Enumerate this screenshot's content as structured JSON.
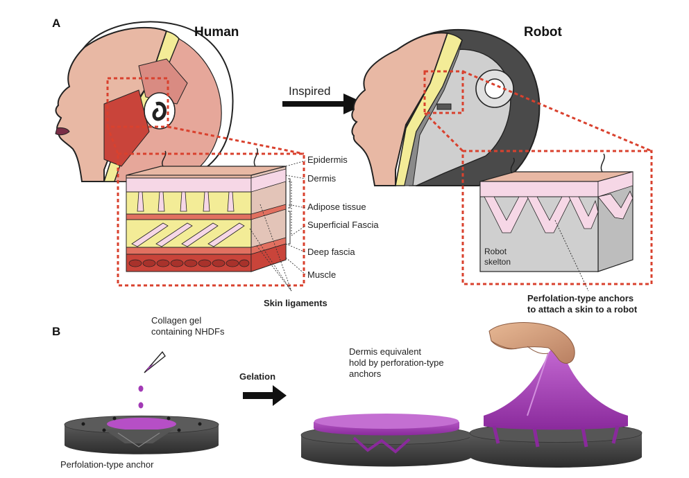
{
  "panel_a": {
    "letter": "A",
    "human_title": "Human",
    "robot_title": "Robot",
    "inspired_label": "Inspired",
    "layers": {
      "epidermis": "Epidermis",
      "dermis": "Dermis",
      "adipose": "Adipose tissue",
      "superficial_fascia": "Superficial Fascia",
      "deep_fascia": "Deep fascia",
      "muscle": "Muscle"
    },
    "skin_ligaments": "Skin ligaments",
    "robot_skeleton_line1": "Robot",
    "robot_skeleton_line2": "skelton",
    "anchors_line1": "Perfolation-type anchors",
    "anchors_line2": "to attach a skin to a robot"
  },
  "panel_b": {
    "letter": "B",
    "collagen_line1": "Collagen gel",
    "collagen_line2": "containing NHDFs",
    "gelation": "Gelation",
    "dermis_line1": "Dermis equivalent",
    "dermis_line2": "hold by perforation-type",
    "dermis_line3": "anchors",
    "anchor_caption": "Perfolation-type anchor"
  },
  "colors": {
    "skin": "#e8b8a4",
    "fat_yellow": "#f3ec97",
    "dermis_pink": "#f6d7e6",
    "muscle_red": "#c9443a",
    "dashed_red": "#d9412e",
    "gel_purple": "#a23ab5",
    "dark_gray": "#3b3b3b",
    "robot_gray": "#cfcfcf"
  }
}
